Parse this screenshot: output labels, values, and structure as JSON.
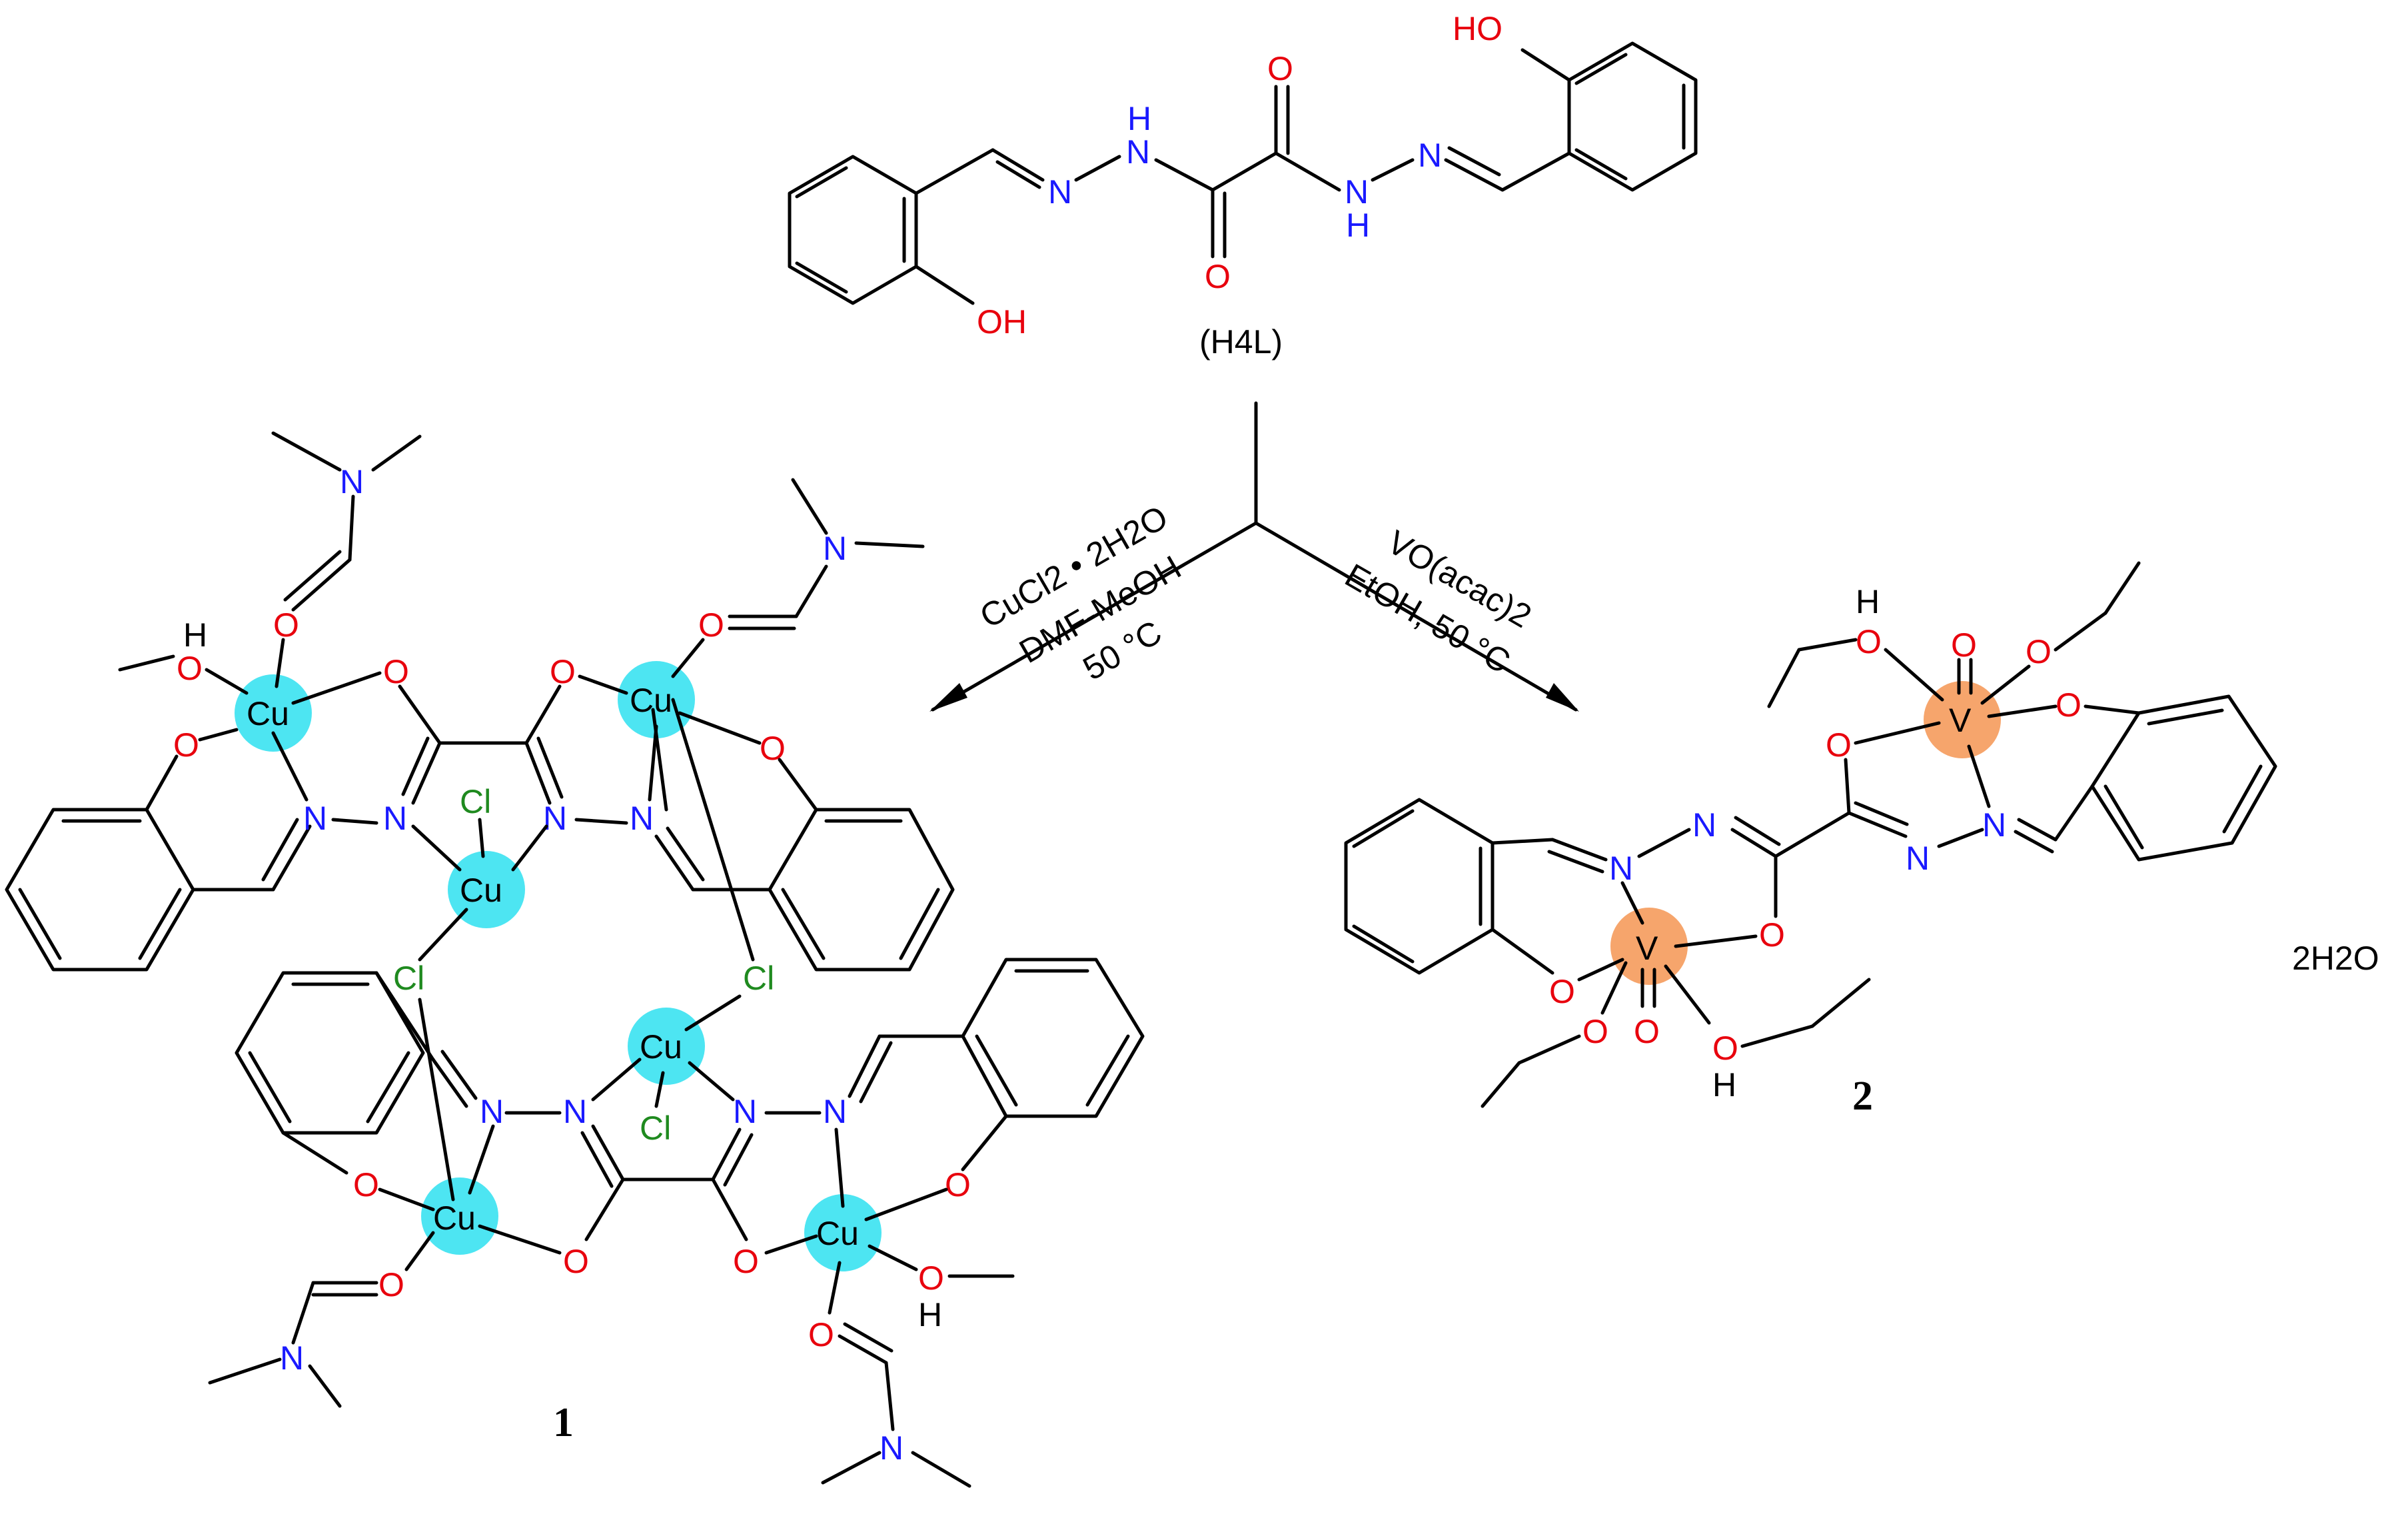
{
  "ligand": {
    "label": "(H4L)",
    "oh_top": "HO",
    "oh_bottom": "OH",
    "nh_h": "H",
    "carbonyl_o": "O",
    "imine_n": "N"
  },
  "reaction_left": {
    "reagent": "CuCl2 • 2H2O",
    "solvent": "DMF-MeOH",
    "temp": "50 °C"
  },
  "reaction_right": {
    "reagent": "VO(acac)2",
    "conditions": "EtOH, 50 °C"
  },
  "atoms": {
    "cu": "Cu",
    "cl": "Cl",
    "o": "O",
    "n": "N",
    "h": "H",
    "v": "V"
  },
  "complex1": {
    "number": "1"
  },
  "complex2": {
    "number": "2",
    "solvate": "2H2O"
  },
  "colors": {
    "oxygen": "#e8000d",
    "nitrogen": "#1a1aff",
    "chlorine": "#1f8a1f",
    "copper_highlight": "#2ee0f0",
    "vanadium_highlight": "#f59b5c"
  }
}
